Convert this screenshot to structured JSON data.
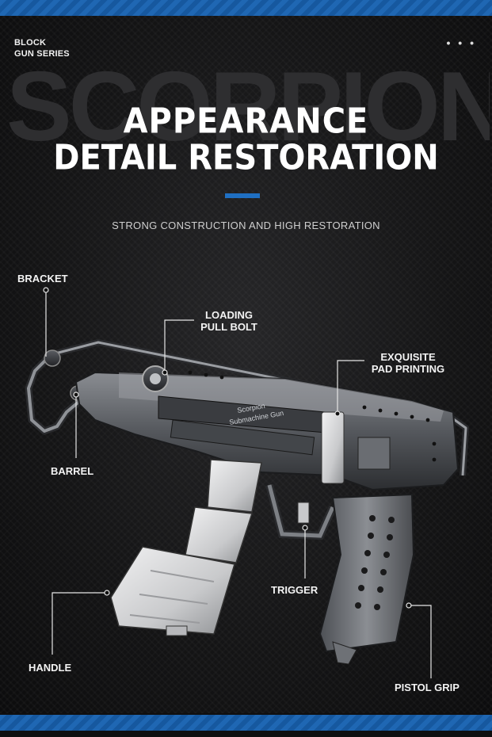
{
  "header": {
    "series_line1": "BLOCK",
    "series_line2": "GUN SERIES",
    "menu_dots": "• • •",
    "background_word": "SCORPION",
    "headline_line1": "APPEARANCE",
    "headline_line2": "DETAIL RESTORATION",
    "subtitle": "STRONG CONSTRUCTION AND HIGH RESTORATION"
  },
  "labels": {
    "bracket": "BRACKET",
    "loading_line1": "LOADING",
    "loading_line2": "PULL BOLT",
    "pad_line1": "EXQUISITE",
    "pad_line2": "PAD PRINTING",
    "barrel": "BARREL",
    "trigger": "TRIGGER",
    "handle": "HANDLE",
    "pistol_grip": "PISTOL GRIP"
  },
  "model_print": {
    "line1": "Scorpion",
    "line2": "Submachine Gun"
  },
  "colors": {
    "accent_blue": "#1f6fc2",
    "background": "#0f0f10",
    "callout_line": "#e6e6e6"
  }
}
